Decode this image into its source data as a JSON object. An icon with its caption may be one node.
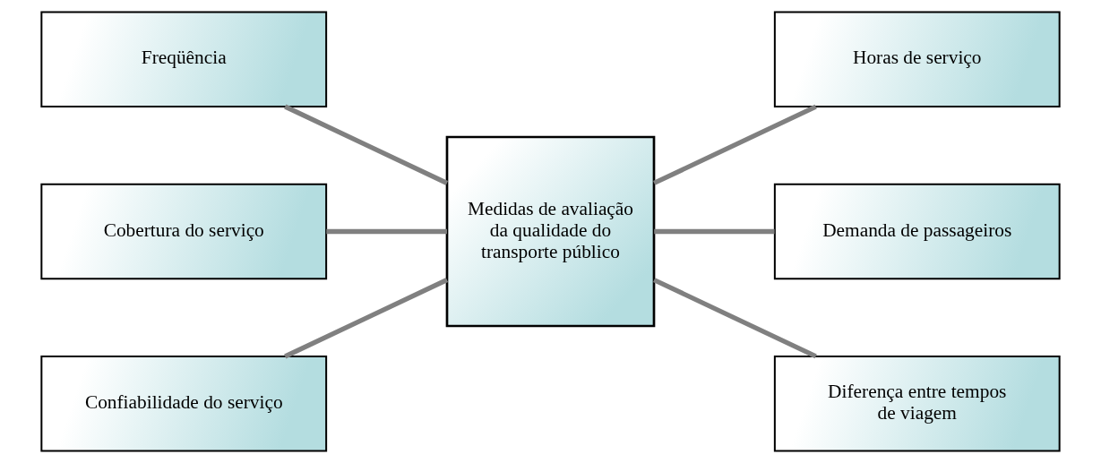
{
  "diagram": {
    "nodes": [
      {
        "text": [
          "Medidas de avaliação da qualidade do transporte público"
        ]
      },
      {
        "text": [
          "Freqüência"
        ]
      },
      {
        "text": [
          "Cobertura do serviço"
        ]
      },
      {
        "text": [
          "Confiabilidade do serviço"
        ]
      },
      {
        "text": [
          "Horas de serviço"
        ]
      },
      {
        "text": [
          "Demanda de passageiros"
        ]
      },
      {
        "text": [
          "Diferença entre tempos de viagem"
        ]
      }
    ],
    "edges": [
      {
        "from": 1,
        "to": 0,
        "arrow": "none"
      },
      {
        "from": 2,
        "to": 0,
        "arrow": "none"
      },
      {
        "from": 3,
        "to": 0,
        "arrow": "none"
      },
      {
        "from": 0,
        "to": 4,
        "arrow": "none"
      },
      {
        "from": 0,
        "to": 5,
        "arrow": "none"
      },
      {
        "from": 0,
        "to": 6,
        "arrow": "none"
      }
    ]
  }
}
